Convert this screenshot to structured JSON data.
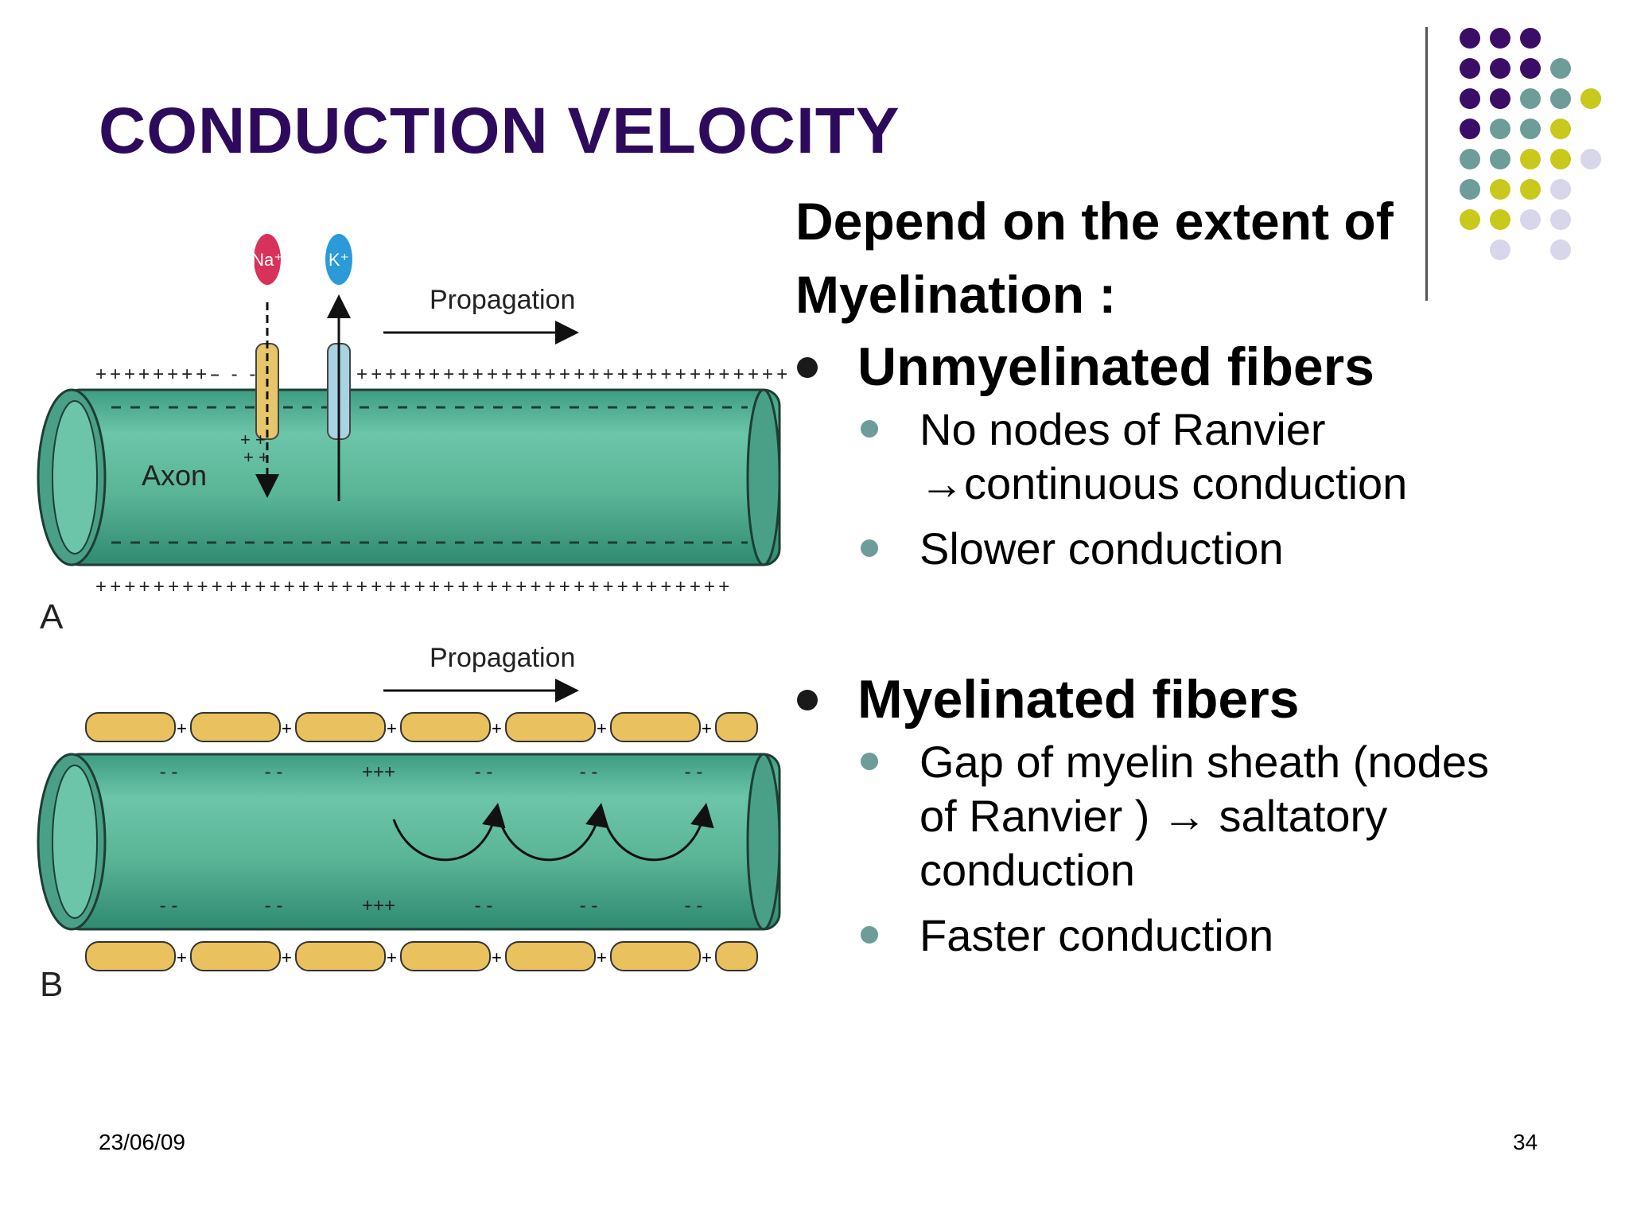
{
  "slide": {
    "title": "CONDUCTION VELOCITY",
    "intro_line1": "Depend on the extent of",
    "intro_line2": "Myelination :",
    "sections": [
      {
        "heading": "Unmyelinated fibers",
        "points": [
          {
            "line1": "No nodes of Ranvier",
            "line2": "→continuous conduction"
          },
          {
            "line1": "Slower conduction"
          }
        ]
      },
      {
        "heading": "Myelinated fibers",
        "points": [
          {
            "line1": "Gap of myelin sheath (nodes",
            "line2": "of Ranvier ) → saltatory",
            "line3": "conduction"
          },
          {
            "line1": "Faster conduction"
          }
        ]
      }
    ],
    "footer_date": "23/06/09",
    "page_number": "34"
  },
  "figure": {
    "panel_a_label": "A",
    "panel_b_label": "B",
    "propagation_a": "Propagation",
    "propagation_b": "Propagation",
    "axon_label": "Axon",
    "na_label": "Na⁺",
    "k_label": "K⁺"
  },
  "colors": {
    "title": "#2e0a5c",
    "purple": "#3a0e66",
    "teal": "#6e9c98",
    "yellow_green": "#c9c81c",
    "lavender": "#d8d6ea",
    "axon": "#5fb59a",
    "myelin": "#e9c25f"
  }
}
